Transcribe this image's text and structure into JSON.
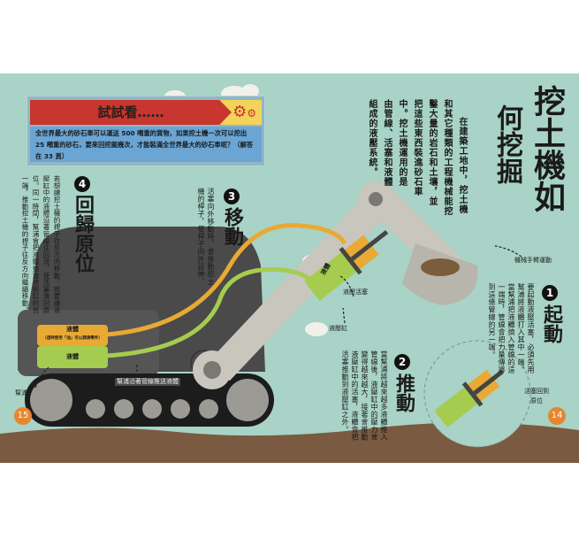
{
  "title": {
    "line1": "挖土機如",
    "line2": "何挖掘"
  },
  "intro": [
    "在建築工地中，挖土機",
    "和其它種類的工程機械能挖",
    "鑿大量的岩石和土壤，並",
    "把這些東西裝進砂石車",
    "中。挖土機運用的是",
    "由管線、活塞和液體",
    "組成的液壓系統。"
  ],
  "try_it": {
    "title": "試試看……",
    "icon": "gears-icon",
    "text": "全世界最大的砂石車可以運送 500 噸重的貨物，如果挖土機一次可以挖出 25 噸重的砂石，要來回挖掘幾次，才能裝滿全世界最大的砂石車呢？（解答在 33 頁）"
  },
  "steps": [
    {
      "number": "1",
      "heading": "起動",
      "text": [
        "要起動液壓活塞，必須先用",
        "幫浦將液體打入其中一端。",
        "當幫浦把液體擠入管線的這",
        "一端時，管線會把力量傳導",
        "到這條管線的另一端。"
      ]
    },
    {
      "number": "2",
      "heading": "推動",
      "text": [
        "當幫浦將越來越多液體推入",
        "管線後，液壓缸中的壓力會",
        "變得越來越大，接著會推動",
        "液壓缸中的活塞，液體會把",
        "活塞推動到液壓缸之外。"
      ]
    },
    {
      "number": "3",
      "heading": "移動",
      "text": [
        "活塞向外移動時，會推動挖土",
        "機的桿子，使桿子向外延伸。"
      ]
    },
    {
      "number": "4",
      "heading": "回歸原位",
      "text": [
        "若想讓挖土機的桿子往反方向移動，就要讓液",
        "壓缸中的液體沿著管線往回流，使活塞滑回原",
        "位。同一時間，幫浦會把液體推進液壓缸的另",
        "一端，推動挖土機的桿子往反方向繼續移動。"
      ]
    }
  ],
  "labels": {
    "arm_motion": "機械手臂運動",
    "piston": "液壓活塞",
    "cylinder": "液壓缸",
    "cylinder_fluid": "液體",
    "piston_return": "活塞回到原位",
    "pump": "幫浦",
    "fluid_top": "液體",
    "fluid_note": "（這時使用「油」可以潤滑零件）",
    "fluid_bottom": "液體",
    "pump_push": "幫浦沿著管線推送液體"
  },
  "pages": {
    "left": "15",
    "right": "14"
  },
  "colors": {
    "background": "#a8d3c6",
    "oil": "#e9a935",
    "fluid": "#a5cc4f",
    "body": "#4a4a4a",
    "arm": "#c9c6bd",
    "ground": "#7a5a40",
    "accent_red": "#c8362f"
  }
}
